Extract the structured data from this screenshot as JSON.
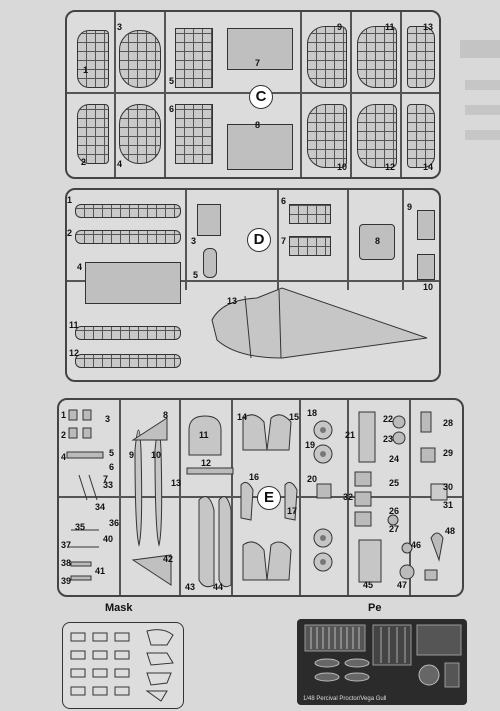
{
  "sprues": {
    "c": {
      "letter": "C",
      "labels": [
        "1",
        "2",
        "3",
        "4",
        "5",
        "6",
        "7",
        "8",
        "9",
        "10",
        "11",
        "12",
        "13",
        "14"
      ]
    },
    "d": {
      "letter": "D",
      "labels": [
        "1",
        "2",
        "3",
        "4",
        "5",
        "6",
        "7",
        "8",
        "9",
        "10",
        "11",
        "12",
        "13"
      ]
    },
    "e": {
      "letter": "E",
      "labels": [
        "1",
        "2",
        "3",
        "4",
        "5",
        "6",
        "7",
        "8",
        "9",
        "10",
        "11",
        "12",
        "13",
        "14",
        "15",
        "16",
        "17",
        "18",
        "19",
        "20",
        "21",
        "22",
        "23",
        "24",
        "25",
        "26",
        "27",
        "28",
        "29",
        "30",
        "31",
        "32",
        "33",
        "34",
        "35",
        "36",
        "37",
        "38",
        "39",
        "40",
        "41",
        "42",
        "43",
        "44",
        "45",
        "46",
        "47",
        "48"
      ]
    }
  },
  "mask": {
    "title": "Mask"
  },
  "pe": {
    "title": "Pe",
    "caption": "1/48 Percival Proctor/Vega Gull"
  }
}
